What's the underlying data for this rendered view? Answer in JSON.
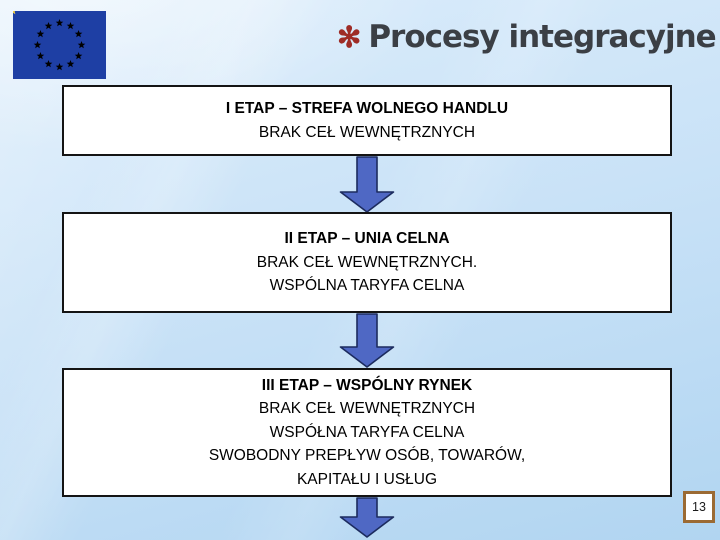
{
  "slide": {
    "title": "Procesy integracyjne",
    "title_marker": "✻",
    "page_number": "13"
  },
  "boxes": [
    {
      "title": "I ETAP – STREFA WOLNEGO HANDLU",
      "lines": [
        "BRAK CEŁ WEWNĘTRZNYCH"
      ]
    },
    {
      "title": "II ETAP – UNIA CELNA",
      "lines": [
        "BRAK CEŁ WEWNĘTRZNYCH.",
        "WSPÓLNA TARYFA CELNA"
      ]
    },
    {
      "title": "III ETAP – WSPÓLNY RYNEK",
      "lines": [
        "BRAK CEŁ WEWNĘTRZNYCH",
        "WSPÓŁNA TARYFA CELNA",
        "SWOBODNY PREPŁYW OSÓB, TOWARÓW,",
        "KAPITAŁU I USŁUG"
      ]
    }
  ],
  "icons": {
    "flag": "eu-flag",
    "arrows": "down-arrow"
  },
  "colors": {
    "background_top": "#dcedfb",
    "background_mid": "#c9e2f7",
    "background_bottom": "#b1d5f1",
    "box_bg": "#ffffff",
    "box_border": "#141414",
    "text": "#000000",
    "title_text": "#3b3f45",
    "title_marker": "#9e2c26",
    "arrow_fill": "#4f68c4",
    "arrow_stroke": "#1c2b5e",
    "page_border": "#9b6a33",
    "flag_blue": "#1e3fa4",
    "flag_star": "#f5d247"
  }
}
